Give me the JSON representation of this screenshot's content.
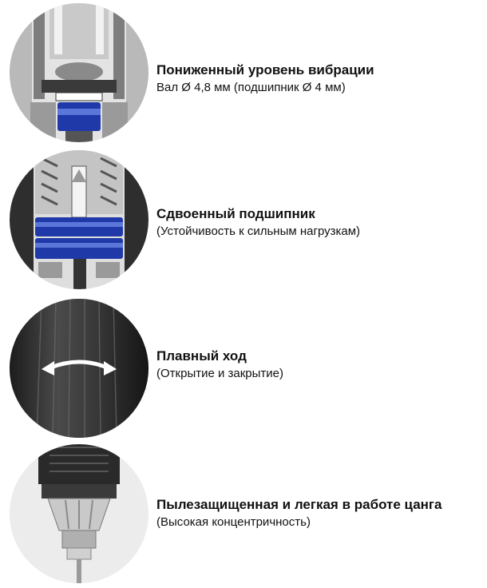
{
  "features": [
    {
      "title": "Пониженный уровень вибрации",
      "subtitle": "Вал Ø 4,8 мм (подшипник Ø 4 мм)",
      "icon": "bearing-shaft-cutaway-icon"
    },
    {
      "title": "Сдвоенный подшипник",
      "subtitle": "(Устойчивость к сильным нагрузкам)",
      "icon": "double-bearing-cutaway-icon"
    },
    {
      "title": "Плавный ход",
      "subtitle": "(Открытие и закрытие)",
      "icon": "rotating-nut-icon"
    },
    {
      "title": "Пылезащищенная и легкая в работе цанга",
      "subtitle": "(Высокая концентричность)",
      "icon": "collet-chuck-icon"
    }
  ],
  "colors": {
    "bearing_blue": "#1f3aa8",
    "metal_gray": "#9a9a9a",
    "rubber_black": "#2a2a2a"
  }
}
